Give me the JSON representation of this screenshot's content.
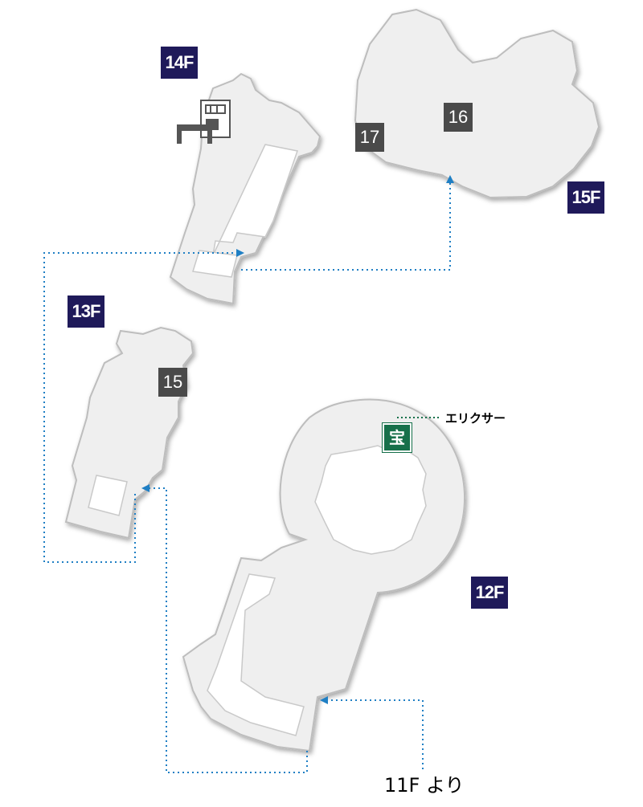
{
  "floors": {
    "f14": "14F",
    "f15": "15F",
    "f13": "13F",
    "f12": "12F"
  },
  "markers": {
    "m15": "15",
    "m16": "16",
    "m17": "17"
  },
  "treasure": {
    "icon_text": "宝",
    "item_name": "エリクサー"
  },
  "start_label": "11F より",
  "colors": {
    "floor_fill": "#efefef",
    "floor_edge": "#bdbdbd",
    "path": "#1f7fc4",
    "floor_tag": "#1f1a5a",
    "number_tag": "#4a4a4a",
    "treasure_tag": "#16704a"
  },
  "icons": [
    "save-point-icon",
    "treasure-chest-icon"
  ]
}
